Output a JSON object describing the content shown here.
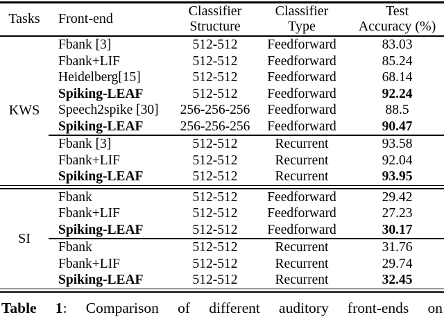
{
  "table": {
    "headers": {
      "tasks": "Tasks",
      "front_end": "Front-end",
      "classifier_structure_line1": "Classifier",
      "classifier_structure_line2": "Structure",
      "classifier_type_line1": "Classifier",
      "classifier_type_line2": "Type",
      "test_accuracy_line1": "Test",
      "test_accuracy_line2": "Accuracy (%)"
    },
    "sections": [
      {
        "task": "KWS",
        "rows": [
          {
            "front_end": "Fbank [3]",
            "structure": "512-512",
            "type": "Feedforward",
            "accuracy": "83.03",
            "bold": false
          },
          {
            "front_end": "Fbank+LIF",
            "structure": "512-512",
            "type": "Feedforward",
            "accuracy": "85.24",
            "bold": false
          },
          {
            "front_end": "Heidelberg[15]",
            "structure": "512-512",
            "type": "Feedforward",
            "accuracy": "68.14",
            "bold": false
          },
          {
            "front_end": "Spiking-LEAF",
            "structure": "512-512",
            "type": "Feedforward",
            "accuracy": "92.24",
            "bold": true
          },
          {
            "front_end": "Speech2spike [30]",
            "structure": "256-256-256",
            "type": "Feedforward",
            "accuracy": "88.5",
            "bold": false
          },
          {
            "front_end": "Spiking-LEAF",
            "structure": "256-256-256",
            "type": "Feedforward",
            "accuracy": "90.47",
            "bold": true
          },
          {
            "front_end": "Fbank [3]",
            "structure": "512-512",
            "type": "Recurrent",
            "accuracy": "93.58",
            "bold": false
          },
          {
            "front_end": "Fbank+LIF",
            "structure": "512-512",
            "type": "Recurrent",
            "accuracy": "92.04",
            "bold": false
          },
          {
            "front_end": "Spiking-LEAF",
            "structure": "512-512",
            "type": "Recurrent",
            "accuracy": "93.95",
            "bold": true
          }
        ]
      },
      {
        "task": "SI",
        "rows": [
          {
            "front_end": "Fbank",
            "structure": "512-512",
            "type": "Feedforward",
            "accuracy": "29.42",
            "bold": false
          },
          {
            "front_end": "Fbank+LIF",
            "structure": "512-512",
            "type": "Feedforward",
            "accuracy": "27.23",
            "bold": false
          },
          {
            "front_end": "Spiking-LEAF",
            "structure": "512-512",
            "type": "Feedforward",
            "accuracy": "30.17",
            "bold": true
          },
          {
            "front_end": "Fbank",
            "structure": "512-512",
            "type": "Recurrent",
            "accuracy": "31.76",
            "bold": false
          },
          {
            "front_end": "Fbank+LIF",
            "structure": "512-512",
            "type": "Recurrent",
            "accuracy": "29.74",
            "bold": false
          },
          {
            "front_end": "Spiking-LEAF",
            "structure": "512-512",
            "type": "Recurrent",
            "accuracy": "32.45",
            "bold": true
          }
        ]
      }
    ]
  },
  "caption": {
    "label": "Table 1",
    "colon": ":",
    "text": "Comparison of different auditory front-ends on"
  }
}
